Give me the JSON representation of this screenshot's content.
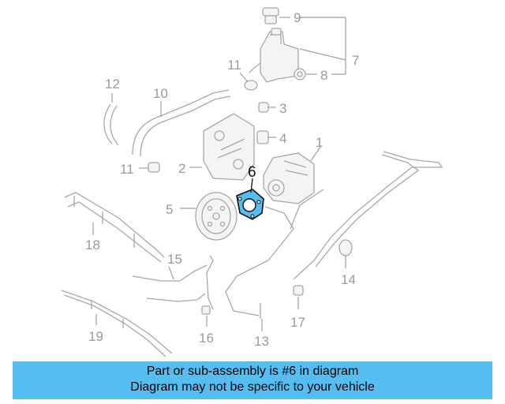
{
  "diagram": {
    "highlight_color": "#56bdf0",
    "highlighted_part": "6",
    "callouts": {
      "c1": "1",
      "c2": "2",
      "c3": "3",
      "c4": "4",
      "c5": "5",
      "c6": "6",
      "c7": "7",
      "c8": "8",
      "c9": "9",
      "c10": "10",
      "c11a": "11",
      "c11b": "11",
      "c12": "12",
      "c13": "13",
      "c14": "14",
      "c15": "15",
      "c16": "16",
      "c17": "17",
      "c18": "18",
      "c19": "19"
    }
  },
  "banner": {
    "line1": "Part or sub-assembly is #6 in diagram",
    "line2": "Diagram may not be specific to your vehicle",
    "color": "#56bdf0"
  }
}
